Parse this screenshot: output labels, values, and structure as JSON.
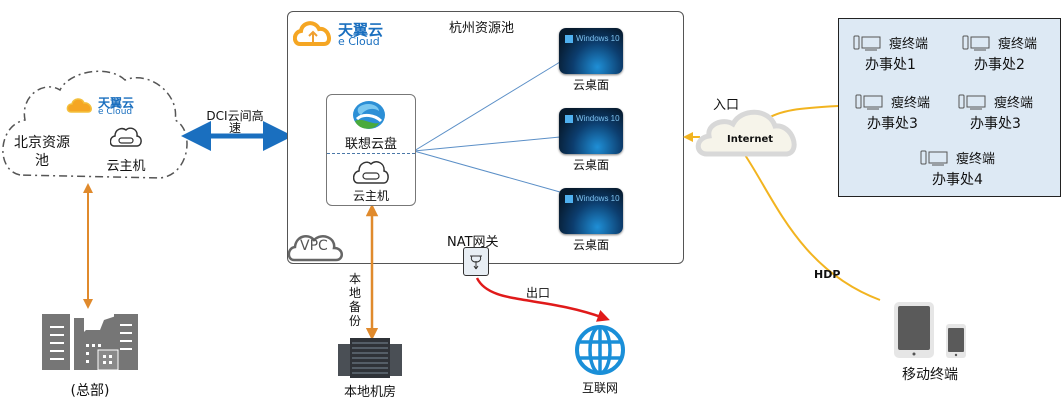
{
  "hangzhou_pool": {
    "title": "杭州资源池",
    "logo": {
      "cn": "天翼云",
      "en": "e Cloud"
    },
    "cloud_disk": "联想云盘",
    "cloud_host": "云主机",
    "vpc": "VPC",
    "desktops": [
      "云桌面",
      "云桌面",
      "云桌面"
    ],
    "desktop_os": "Windows 10",
    "nat_gateway": "NAT网关"
  },
  "beijing_pool": {
    "title": "北京资源池",
    "logo": {
      "cn": "天翼云",
      "en": "e Cloud"
    },
    "cloud_host": "云主机"
  },
  "links": {
    "dci": "DCI云间高速",
    "local_backup": "本地备份",
    "exit": "出口",
    "entrance": "入口",
    "hdp": "HDP"
  },
  "nodes": {
    "headquarters": "(总部)",
    "local_datacenter": "本地机房",
    "internet_globe": "互联网",
    "internet_cloud": "Internet",
    "mobile": "移动终端"
  },
  "offices": [
    {
      "device": "瘦终端",
      "name": "办事处1"
    },
    {
      "device": "瘦终端",
      "name": "办事处2"
    },
    {
      "device": "瘦终端",
      "name": "办事处3"
    },
    {
      "device": "瘦终端",
      "name": "办事处3"
    },
    {
      "device": "瘦终端",
      "name": "办事处4"
    }
  ],
  "colors": {
    "dci_arrow": "#1a6fbf",
    "backup_arrow": "#e08a2c",
    "exit_arrow": "#e01a1a",
    "internet_link": "#f2b420",
    "office_bg": "#dde9f4",
    "desktop_link": "#5b8fc7"
  }
}
